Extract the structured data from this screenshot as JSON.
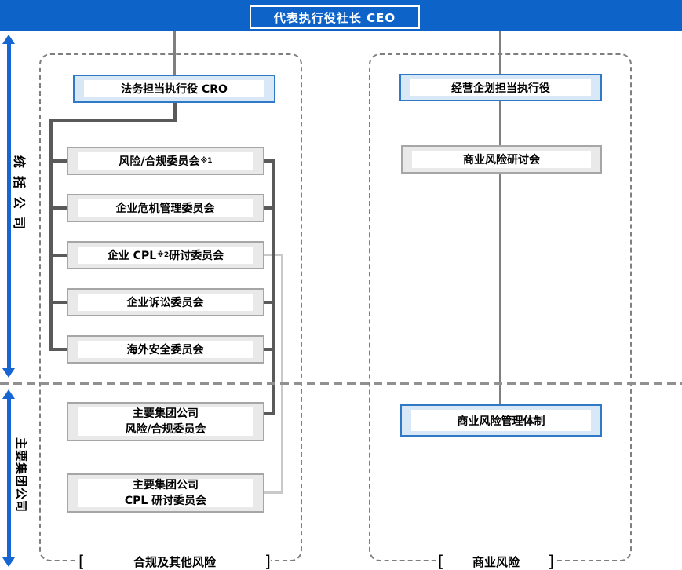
{
  "header": {
    "ceo_label": "代表执行役社长 CEO"
  },
  "side": {
    "top_label": "统括公司",
    "bottom_label": "主要集团公司"
  },
  "left_panel": {
    "cro_box": "法务担当执行役 CRO",
    "committees": [
      {
        "pre": "风险/合规委员会",
        "sup": "※1",
        "post": ""
      },
      {
        "pre": "企业危机管理委员会",
        "sup": "",
        "post": ""
      },
      {
        "pre": "企业 CPL",
        "sup": "※2",
        "post": "研讨委员会"
      },
      {
        "pre": "企业诉讼委员会",
        "sup": "",
        "post": ""
      },
      {
        "pre": "海外安全委员会",
        "sup": "",
        "post": ""
      }
    ],
    "group_boxes": [
      {
        "line1": "主要集团公司",
        "line2": "风险/合规委员会"
      },
      {
        "line1": "主要集团公司",
        "line2": "CPL 研讨委员会"
      }
    ],
    "footer": {
      "open": "[",
      "label": "合规及其他风险",
      "close": "]"
    }
  },
  "right_panel": {
    "exec_box": "经营企划担当执行役",
    "meeting_box": "商业风险研讨会",
    "system_box": "商业风险管理体制",
    "footer": {
      "open": "[",
      "label": "商业风险",
      "close": "]"
    }
  },
  "colors": {
    "top_bar": "#0d63c7",
    "arrow_blue": "#1565d2",
    "blue_box_border": "#2f79c7",
    "blue_box_fill": "#d8e8f7",
    "gray_box_border": "#a6a6a6",
    "gray_box_fill": "#e9e9e9",
    "dark_connector": "#5a5a5a",
    "light_connector": "#c9c9c9",
    "dashed_border": "#7f7f7f"
  }
}
